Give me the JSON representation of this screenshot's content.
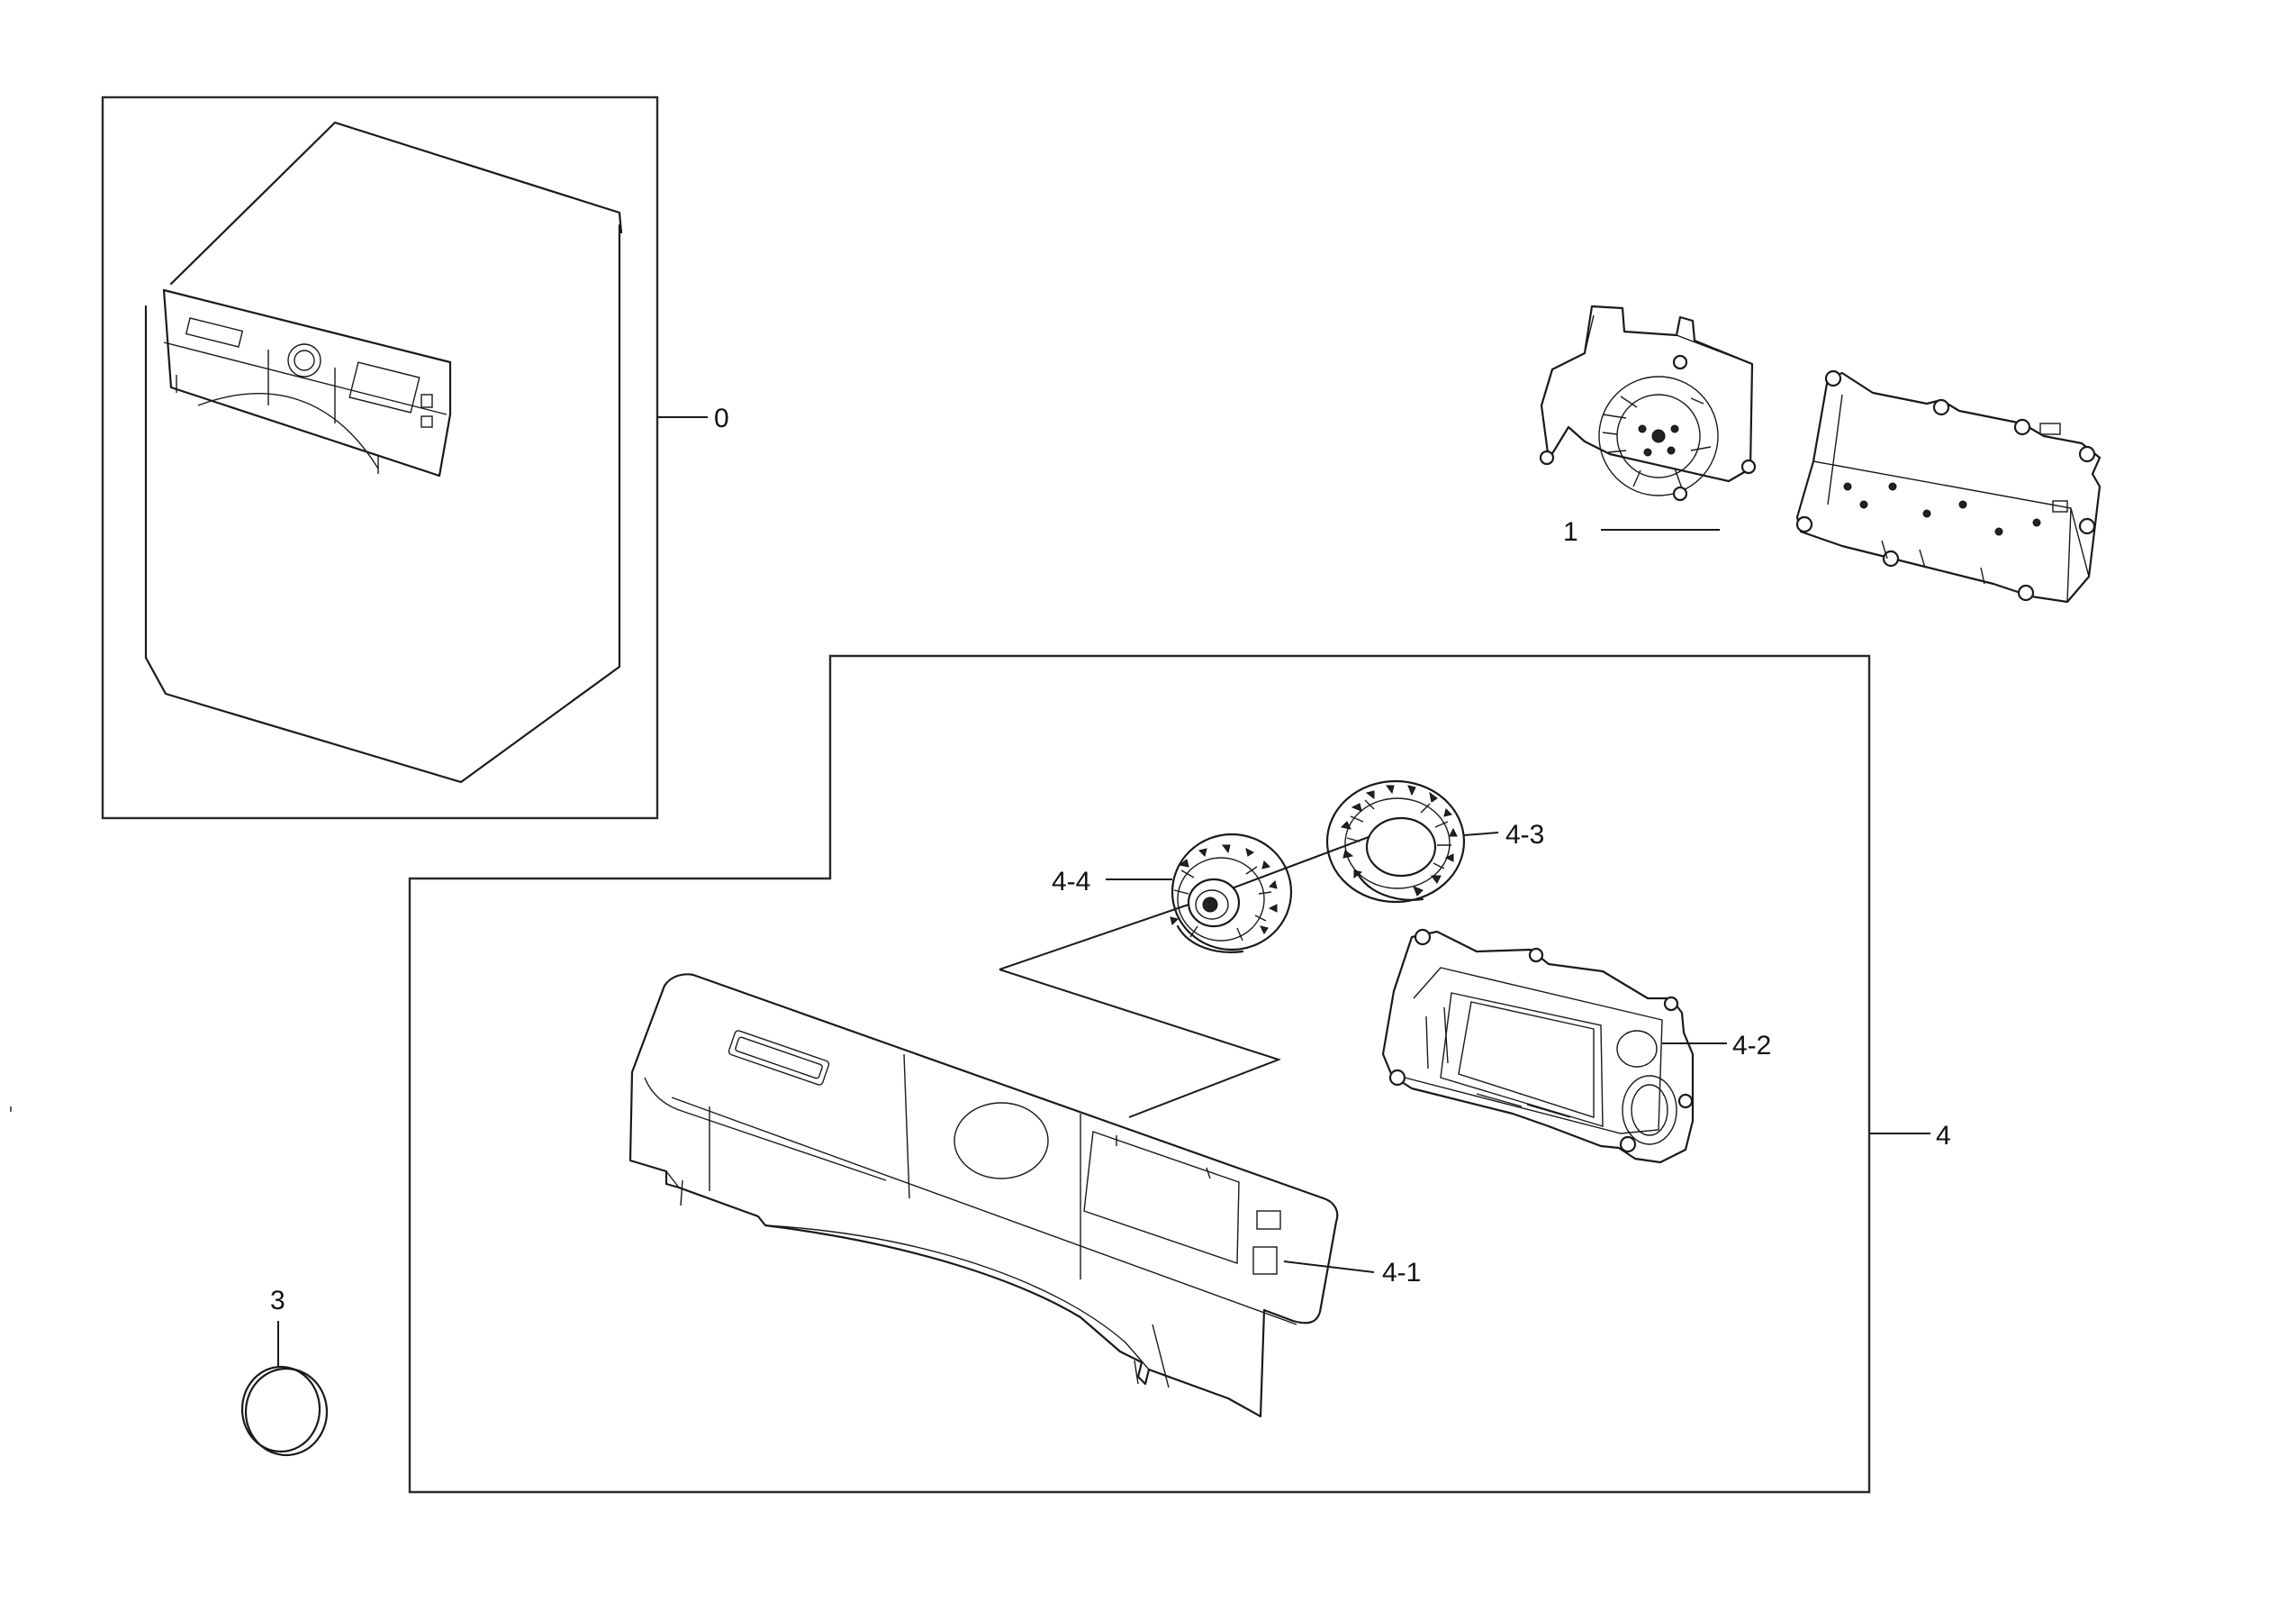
{
  "labels": {
    "part_0": "0",
    "part_1": "1",
    "part_3": "3",
    "part_4": "4",
    "part_4_1": "4-1",
    "part_4_2": "4-2",
    "part_4_3": "4-3",
    "part_4_4": "4-4"
  },
  "colors": {
    "line": "#1a1a1a",
    "background": "#ffffff"
  }
}
